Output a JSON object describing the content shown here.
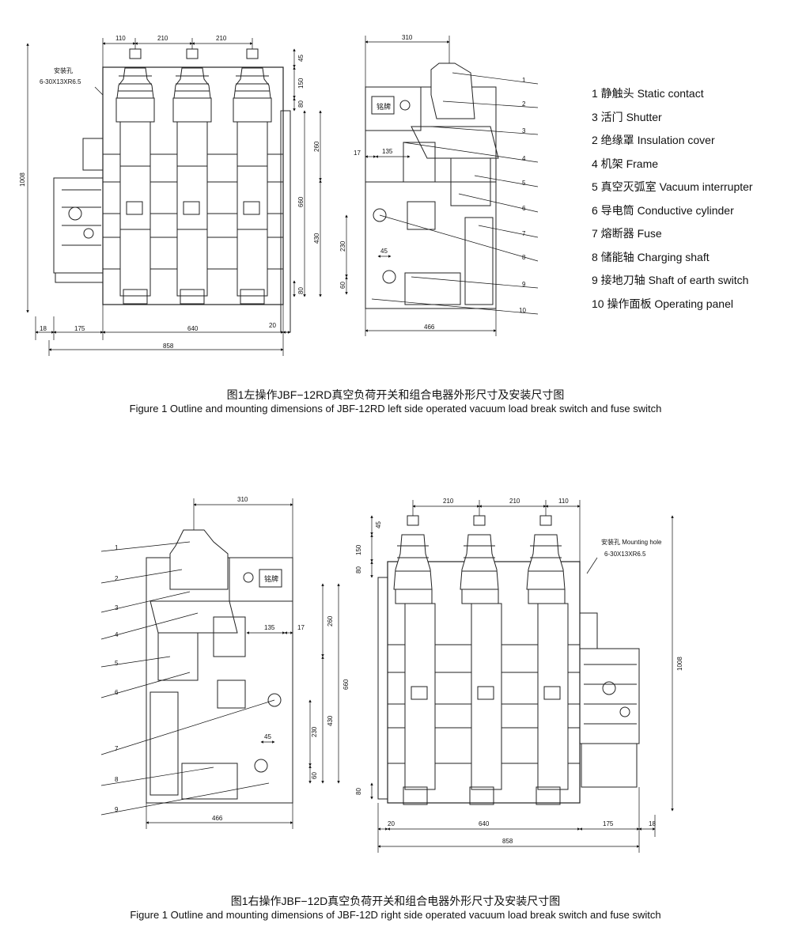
{
  "figure1": {
    "front": {
      "dims_top": [
        "110",
        "210",
        "210"
      ],
      "dims_left": [
        "1008"
      ],
      "dims_right": [
        "45",
        "150",
        "80",
        "260",
        "660",
        "430",
        "230",
        "45",
        "60",
        "80"
      ],
      "dims_bottom": [
        "18",
        "175",
        "640",
        "20",
        "858"
      ],
      "side_dims_top": [
        "310"
      ],
      "side_dims_mid": [
        "17",
        "135"
      ],
      "side_dims_bottom": [
        "466"
      ],
      "mount_hole_label": "安装孔",
      "mount_hole_spec": "6-30X13XR6.5"
    },
    "nameplate": "铭牌",
    "callouts": [
      "1",
      "2",
      "3",
      "4",
      "5",
      "6",
      "7",
      "8",
      "9",
      "10"
    ],
    "legend": [
      "1 静触头 Static contact",
      "3 活门 Shutter",
      "2 绝缘罩 Insulation cover",
      "4 机架 Frame",
      "5 真空灭弧室 Vacuum interrupter",
      "6 导电筒 Conductive cylinder",
      "7 熔断器 Fuse",
      "8 储能轴 Charging shaft",
      "9 接地刀轴 Shaft of earth switch",
      "10 操作面板 Operating panel"
    ],
    "caption_cn": "图1左操作JBF−12RD真空负荷开关和组合电器外形尺寸及安装尺寸图",
    "caption_en": "Figure 1 Outline and mounting dimensions of JBF-12RD left side operated vacuum load break switch and fuse switch"
  },
  "figure2": {
    "side_dims_top": [
      "310"
    ],
    "side_dims_mid": [
      "135",
      "17"
    ],
    "side_dims_right": [
      "260",
      "660",
      "430",
      "230",
      "45",
      "60"
    ],
    "side_dims_bottom": [
      "466"
    ],
    "nameplate": "铭牌",
    "callouts": [
      "1",
      "2",
      "3",
      "4",
      "5",
      "6",
      "7",
      "8",
      "9"
    ],
    "front_dims_top": [
      "210",
      "210",
      "110"
    ],
    "front_dims_left": [
      "45",
      "150",
      "80",
      "80"
    ],
    "front_dims_right": [
      "1008"
    ],
    "front_dims_bottom": [
      "20",
      "640",
      "175",
      "18",
      "858"
    ],
    "mount_hole_label": "安装孔 Mounting hole",
    "mount_hole_spec": "6-30X13XR6.5",
    "caption_cn": "图1右操作JBF−12D真空负荷开关和组合电器外形尺寸及安装尺寸图",
    "caption_en": "Figure 1 Outline and mounting dimensions of JBF-12D right side operated vacuum load break switch and fuse switch"
  }
}
